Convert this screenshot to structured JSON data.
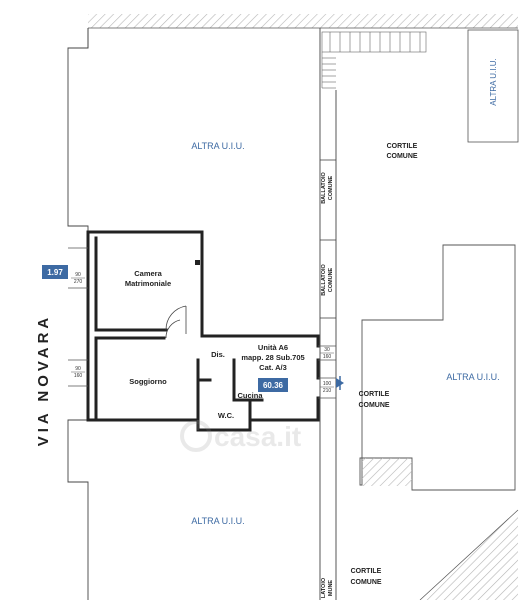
{
  "street": {
    "name": "VIA NOVARA"
  },
  "labels": {
    "altra_top": "ALTRA U.I.U.",
    "altra_bottom": "ALTRA U.I.U.",
    "altra_right": "ALTRA U.I.U.",
    "altra_vertical": "ALTRA U.I.U.",
    "cortile_1": "CORTILE",
    "comune_1": "COMUNE",
    "cortile_2": "CORTILE",
    "comune_2": "COMUNE",
    "cortile_3": "CORTILE",
    "comune_3": "COMUNE",
    "ballatoio": "BALLATOIO",
    "ballatoio_comune": "COMUNE",
    "ballatoio_bottom_1": "LATOIO",
    "ballatoio_bottom_2": "MUNE"
  },
  "rooms": {
    "camera_line1": "Camera",
    "camera_line2": "Matrimoniale",
    "soggiorno": "Soggiorno",
    "dis": "Dis.",
    "wc": "W.C.",
    "cucina": "Cucina"
  },
  "unit": {
    "line1": "Unità A6",
    "line2": "mapp. 28 Sub.705",
    "line3": "Cat. A/3"
  },
  "badges": {
    "height": "1.97",
    "area": "60.36"
  },
  "openings": {
    "w1_top": "90",
    "w1_bottom": "270",
    "w2_top": "90",
    "w2_bottom": "160",
    "w3_top": "30",
    "w3_bottom": "160",
    "w4_top": "100",
    "w4_bottom": "210"
  },
  "watermark": {
    "text": "casa.it"
  },
  "colors": {
    "wall": "#222222",
    "text_blue": "#3d6aa3",
    "badge_bg": "#3d6aa3",
    "hatch": "#aaaaaa"
  }
}
